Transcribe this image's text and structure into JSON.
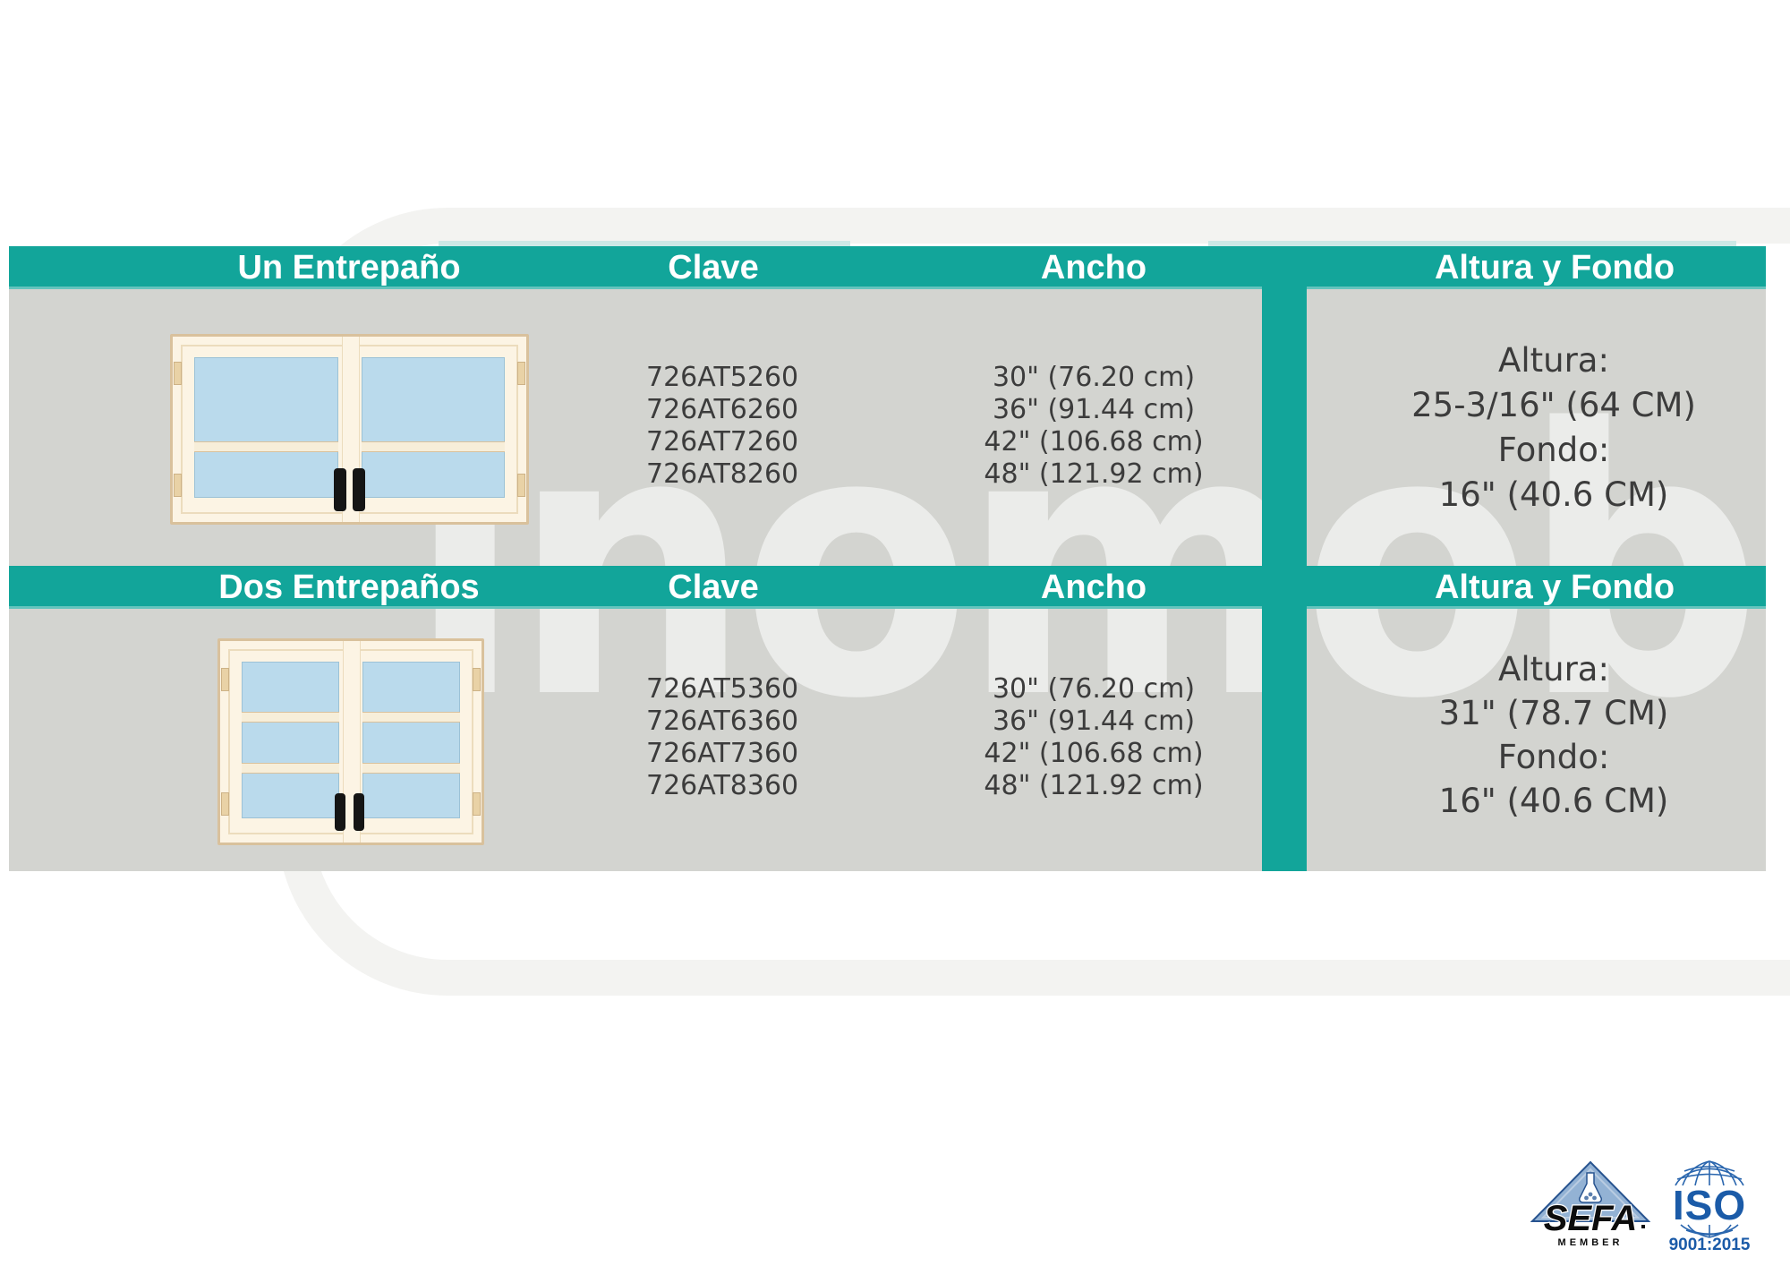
{
  "colors": {
    "teal": "#12a59a",
    "panel_grey": "#d3d4d0",
    "header_text": "#ffffff",
    "body_text": "#3c3c3c",
    "cabinet_frame": "#fcf4e4",
    "cabinet_border": "#d9c19c",
    "glass_blue": "#badaec",
    "logo_blue": "#1b5ba8"
  },
  "watermark": {
    "text": "inomoba"
  },
  "sections": [
    {
      "label": "Un Entrepaño",
      "headers": {
        "clave": "Clave",
        "ancho": "Ancho",
        "altura": "Altura y Fondo"
      },
      "shelves": 1,
      "rows": [
        {
          "clave": "726AT5260",
          "ancho": "30\" (76.20 cm)"
        },
        {
          "clave": "726AT6260",
          "ancho": "36\" (91.44 cm)"
        },
        {
          "clave": "726AT7260",
          "ancho": "42\" (106.68 cm)"
        },
        {
          "clave": "726AT8260",
          "ancho": "48\" (121.92 cm)"
        }
      ],
      "dims": {
        "altura_label": "Altura:",
        "altura_value": "25-3/16\" (64 CM)",
        "fondo_label": "Fondo:",
        "fondo_value": "16\" (40.6 CM)"
      }
    },
    {
      "label": "Dos Entrepaños",
      "headers": {
        "clave": "Clave",
        "ancho": "Ancho",
        "altura": "Altura y Fondo"
      },
      "shelves": 2,
      "rows": [
        {
          "clave": "726AT5360",
          "ancho": "30\" (76.20 cm)"
        },
        {
          "clave": "726AT6360",
          "ancho": "36\" (91.44 cm)"
        },
        {
          "clave": "726AT7360",
          "ancho": "42\" (106.68 cm)"
        },
        {
          "clave": "726AT8360",
          "ancho": "48\" (121.92 cm)"
        }
      ],
      "dims": {
        "altura_label": "Altura:",
        "altura_value": "31\" (78.7 CM)",
        "fondo_label": "Fondo:",
        "fondo_value": "16\" (40.6 CM)"
      }
    }
  ],
  "footer": {
    "sefa_label": "SEFA",
    "sefa_member": "MEMBER",
    "iso_label": "ISO",
    "iso_cert": "9001:2015"
  }
}
